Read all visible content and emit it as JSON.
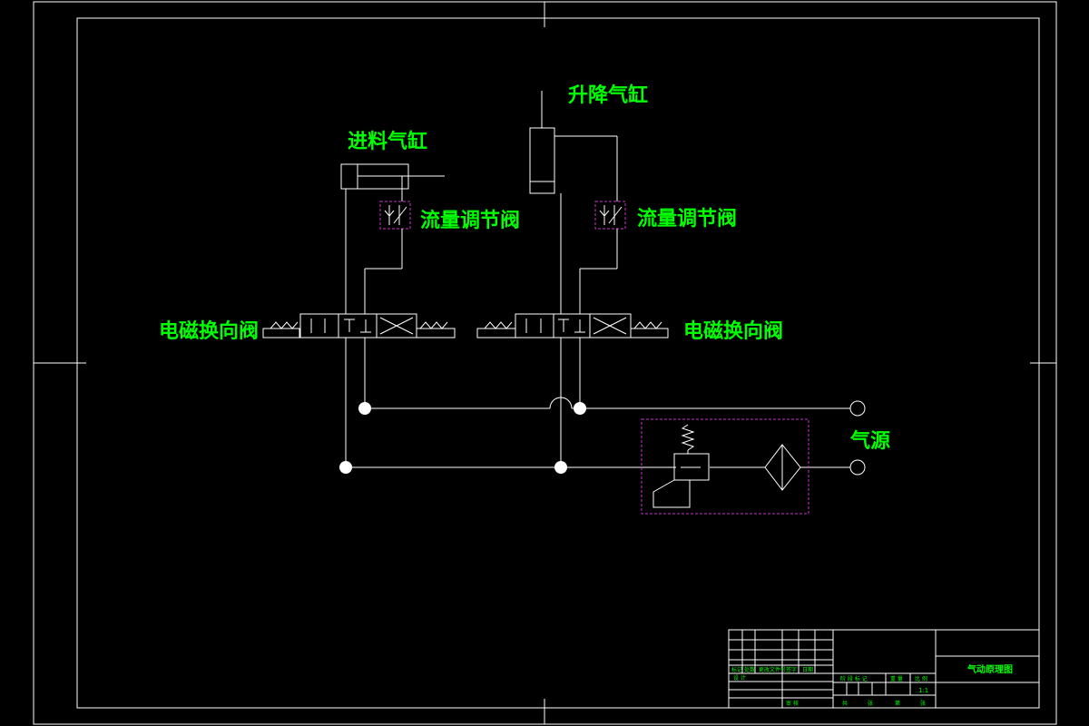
{
  "labels": {
    "feed_cylinder": "进料气缸",
    "lift_cylinder": "升降气缸",
    "flow_valve_left": "流量调节阀",
    "flow_valve_right": "流量调节阀",
    "solenoid_valve_left": "电磁换向阀",
    "solenoid_valve_right": "电磁换向阀",
    "air_source": "气源"
  },
  "title_block": {
    "drawing_title": "气动原理图",
    "row_labels": [
      "标记",
      "处数",
      "更改文件号",
      "签字",
      "日期"
    ],
    "design_label": "设 计",
    "review_label": "审 核",
    "stage_labels": [
      "阶 段 标 记",
      "重 量",
      "比 例"
    ],
    "scale_value": "1:1",
    "bottom_labels": [
      "共",
      "张",
      "第",
      "张"
    ]
  },
  "colors": {
    "line": "#ffffff",
    "text": "#00ff00",
    "dashed_box": "#cc33cc",
    "background": "#000000"
  }
}
